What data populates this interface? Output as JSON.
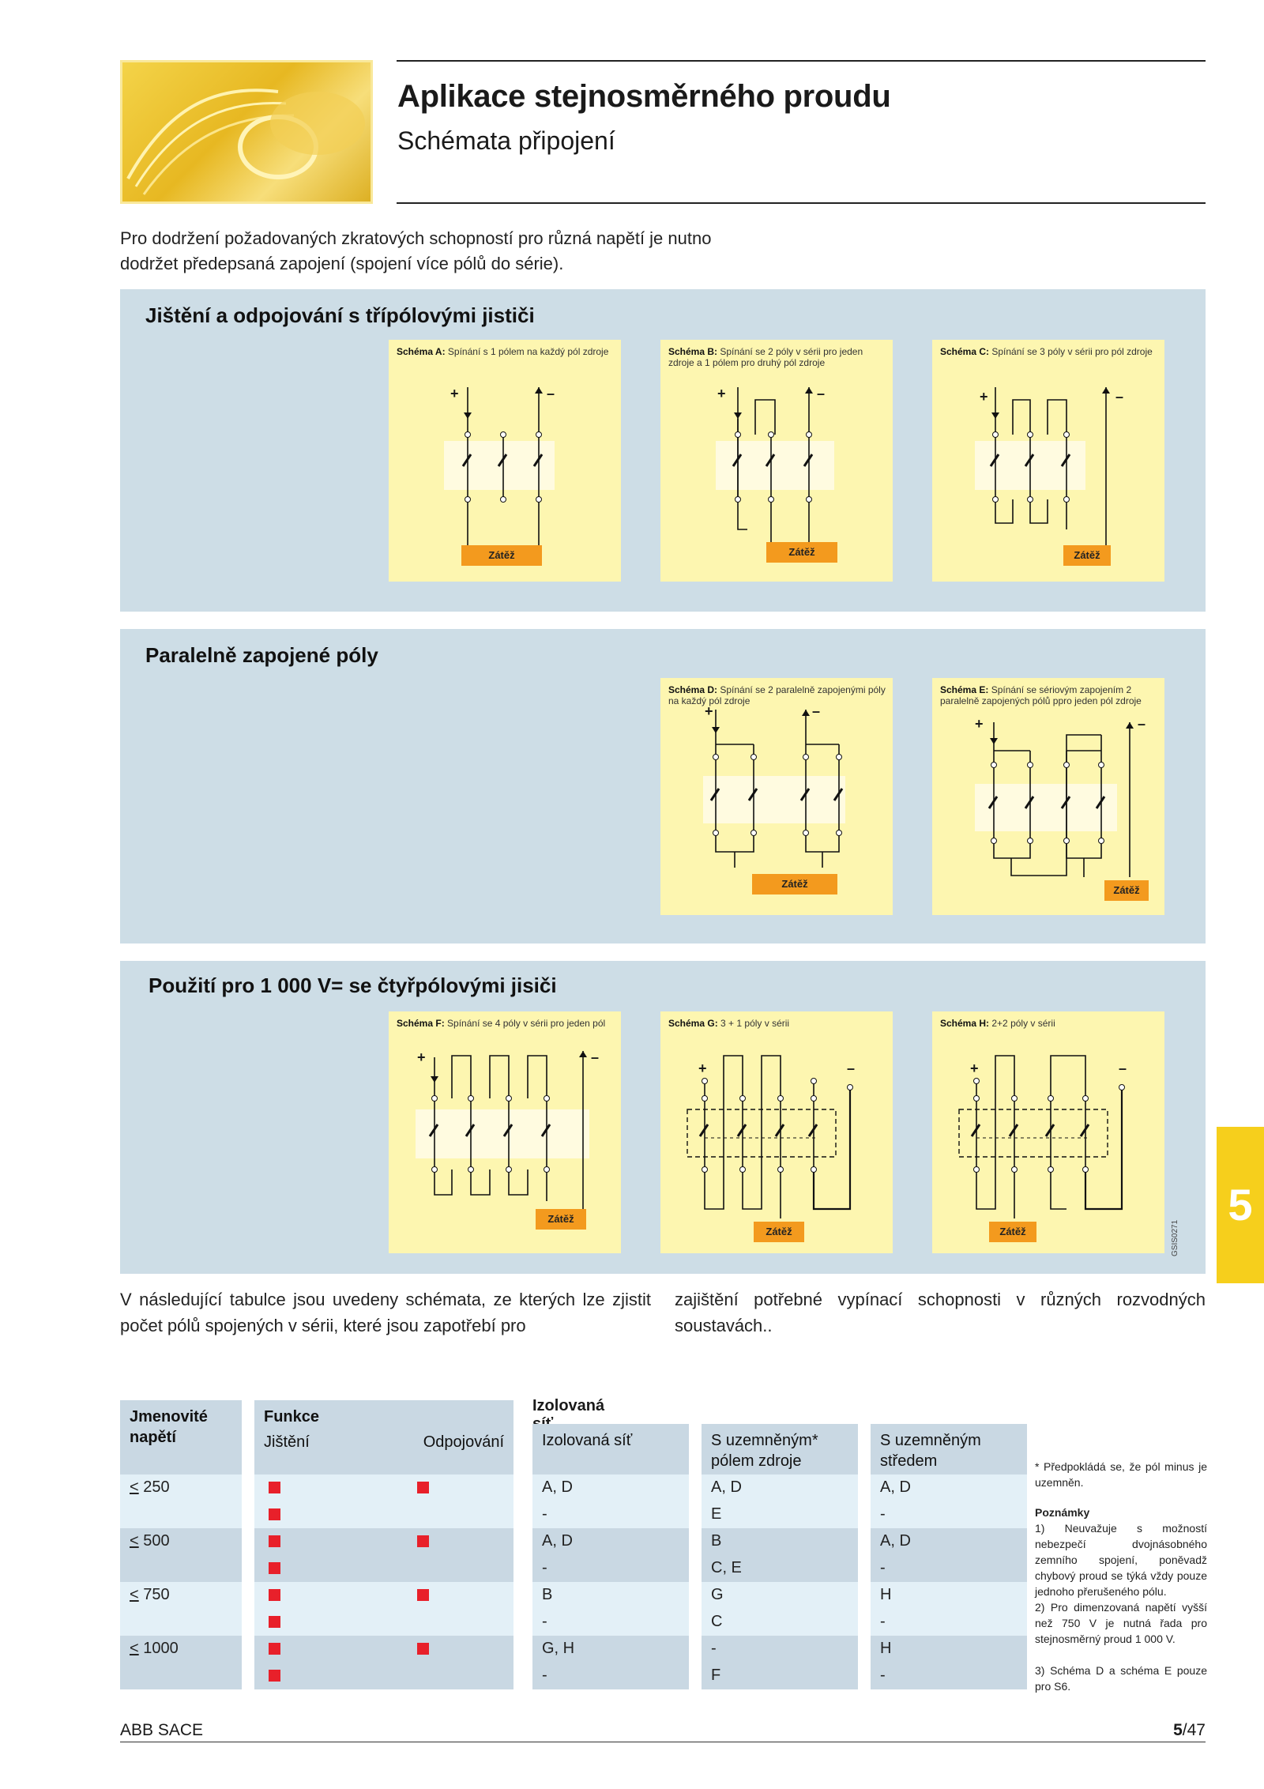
{
  "header": {
    "title": "Aplikace stejnosměrného proudu",
    "subtitle": "Schémata připojení"
  },
  "intro": "Pro dodržení požadovaných zkratových schopností pro různá napětí je nutno dodržet předepsaná zapojení (spojení více pólů do série).",
  "sections": [
    {
      "title": "Jištění a odpojování s třípólovými jističi",
      "schemes": [
        {
          "label": "Schéma A:",
          "text": "Spínání s 1 pólem na každý pól zdroje",
          "load": "Zátěž",
          "plus": "+",
          "minus": "–"
        },
        {
          "label": "Schéma B:",
          "text": "Spínání se 2 póly v sérii pro jeden zdroje a 1 pólem pro druhý pól zdroje",
          "load": "Zátěž",
          "plus": "+",
          "minus": "–"
        },
        {
          "label": "Schéma C:",
          "text": "Spínání se 3 póly v sérii pro pól zdroje",
          "load": "Zátěž",
          "plus": "+",
          "minus": "–"
        }
      ]
    },
    {
      "title": "Paralelně zapojené póly",
      "schemes": [
        {
          "label": "Schéma D:",
          "text": "Spínání se 2 paralelně zapojenými póly na každý pól zdroje",
          "load": "Zátěž",
          "plus": "+",
          "minus": "–"
        },
        {
          "label": "Schéma E:",
          "text": "Spínání se sériovým zapojením 2 paralelně zapojených pólů ppro jeden pól zdroje",
          "load": "Zátěž",
          "plus": "+",
          "minus": "–"
        }
      ]
    },
    {
      "title": "Použití pro 1 000 V= se čtyřpólovými jisiči",
      "schemes": [
        {
          "label": "Schéma F:",
          "text": "Spínání se 4 póly v sérii pro jeden pól",
          "load": "Zátěž",
          "plus": "+",
          "minus": "–"
        },
        {
          "label": "Schéma G:",
          "text": "3 + 1 póly v sérii",
          "load": "Zátěž",
          "plus": "+",
          "minus": "–"
        },
        {
          "label": "Schéma H:",
          "text": "2+2 póly v sérii",
          "load": "Zátěž",
          "plus": "+",
          "minus": "–"
        }
      ]
    }
  ],
  "side_tab": "5",
  "figure_code": "GSIS0271",
  "paragraph_left": "V následující tabulce jsou uvedeny schémata, ze kterých lze zjistit počet pólů spojených v sérii, které jsou zapotřebí pro",
  "paragraph_right": "zajištění potřebné vypínací schopnosti v různých rozvodných soustavách..",
  "table": {
    "h_voltage": "Jmenovité napětí",
    "h_function": "Funkce",
    "h_protection": "Jištění",
    "h_disconnect": "Odpojování",
    "h_isolated_group": "Izolovaná síť",
    "h_isolated": "Izolovaná síť",
    "h_grounded_pole": "S uzemněným* pólem zdroje",
    "h_grounded_mid": "S uzemněným středem",
    "rows": [
      {
        "voltage": "< 250",
        "protect": true,
        "disconnect": true,
        "iso": "A, D",
        "gpole": "A, D",
        "gmid": "A, D"
      },
      {
        "voltage": "",
        "protect": true,
        "disconnect": false,
        "iso": "-",
        "gpole": "E",
        "gmid": "-"
      },
      {
        "voltage": "< 500",
        "protect": true,
        "disconnect": true,
        "iso": "A, D",
        "gpole": "B",
        "gmid": "A, D"
      },
      {
        "voltage": "",
        "protect": true,
        "disconnect": false,
        "iso": "-",
        "gpole": "C, E",
        "gmid": "-"
      },
      {
        "voltage": "< 750",
        "protect": true,
        "disconnect": true,
        "iso": "B",
        "gpole": "G",
        "gmid": "H"
      },
      {
        "voltage": "",
        "protect": true,
        "disconnect": false,
        "iso": "-",
        "gpole": "C",
        "gmid": "-"
      },
      {
        "voltage": "< 1000",
        "protect": true,
        "disconnect": true,
        "iso": "G, H",
        "gpole": "-",
        "gmid": "H"
      },
      {
        "voltage": "",
        "protect": true,
        "disconnect": false,
        "iso": "-",
        "gpole": "F",
        "gmid": "-"
      }
    ]
  },
  "notes": {
    "asterisk": "* Předpokládá se, že pól minus je uzemněn.",
    "heading": "Poznámky",
    "n1": "1) Neuvažuje s možností nebezpečí dvojnásobného zemního spojení, poněvadž chybový proud se týká vždy pouze jednoho přerušeného pólu.",
    "n2": "2) Pro dimenzovaná napětí vyšší než 750 V je nutná řada pro stejnosměrný proud 1 000 V.",
    "n3": "3) Schéma D a schéma E pouze pro S6."
  },
  "footer": {
    "left": "ABB SACE",
    "page_bold": "5",
    "page_rest": "/47"
  },
  "colors": {
    "panel": "#cddde6",
    "scheme_box": "#fdf6b0",
    "load": "#f39a1e",
    "marker": "#e8202a",
    "tab": "#f6cf1c"
  }
}
